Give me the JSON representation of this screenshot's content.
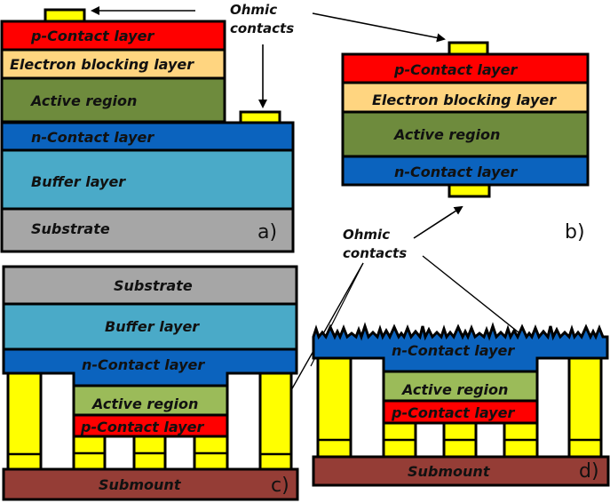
{
  "colors": {
    "p_contact": "#ff0000",
    "electron_blocking": "#ffd580",
    "active_dark": "#6e8b3d",
    "active_light": "#9bbb59",
    "n_contact": "#0b63be",
    "buffer": "#4aaac8",
    "substrate": "#a6a6a6",
    "metal": "#ffff00",
    "submount": "#953d36",
    "gap": "#ffffff"
  },
  "labels": {
    "p_contact": "p-Contact layer",
    "electron_blocking": "Electron blocking layer",
    "active": "Active region",
    "n_contact": "n-Contact layer",
    "buffer": "Buffer layer",
    "substrate": "Substrate",
    "submount": "Submount"
  },
  "annotations": {
    "ohmic_line1": "Ohmic",
    "ohmic_line2": "contacts"
  },
  "panels": {
    "a": "a)",
    "b": "b)",
    "c": "c)",
    "d": "d)"
  }
}
